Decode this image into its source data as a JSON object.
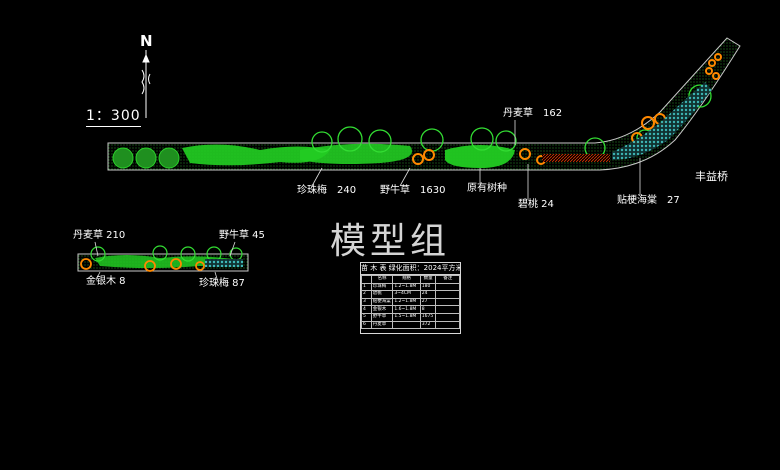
{
  "north_label": "N",
  "scale_label": "1：300",
  "watermark": "模型组",
  "colors": {
    "background": "#000000",
    "strip_outline": "#c8c8c8",
    "shrub_green": "#22cc22",
    "tree_outline": "#33dd33",
    "orange_plant": "#ff8800",
    "red_hatch": "#dd2200",
    "cyan_water": "#33aaaa",
    "label_leader": "#dddddd"
  },
  "main_plan": {
    "labels": {
      "danmaicao": "丹麦草　162",
      "zhenzhumei": "珍珠梅　240",
      "yeniucao": "野牛草　1630",
      "yuanyou": "原有树种",
      "biguo": "碧桃 24",
      "tiegeng": "贴梗海棠　27",
      "fengyiqiao": "丰益桥"
    }
  },
  "small_plan": {
    "labels": {
      "danmaicao": "丹麦草 210",
      "yeniucao": "野牛草 45",
      "jinyinmu": "金银木 8",
      "zhenzhumei": "珍珠梅 87"
    }
  },
  "plant_table": {
    "title": "苗 木 表 绿化面积：2024平方米",
    "headers": [
      "",
      "名称",
      "规格",
      "数量",
      "备注"
    ],
    "rows": [
      [
        "1",
        "珍珠梅",
        "1.2~1.8M",
        "180",
        ""
      ],
      [
        "2",
        "碧桃",
        "3~4CM",
        "24",
        ""
      ],
      [
        "3",
        "贴梗海棠",
        "1.2~1.8M",
        "27",
        ""
      ],
      [
        "4",
        "金银木",
        "1.6~1.8M",
        "8",
        ""
      ],
      [
        "5",
        "野牛草",
        "1.5~1.8M",
        "1675",
        ""
      ],
      [
        "6",
        "丹麦草",
        "",
        "372",
        ""
      ]
    ]
  }
}
